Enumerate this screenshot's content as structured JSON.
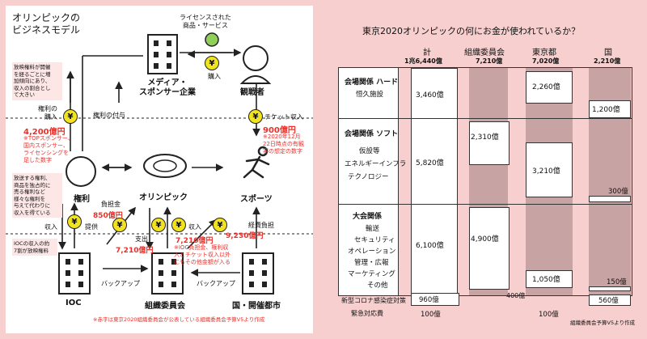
{
  "left": {
    "title": [
      "オリンピックの",
      "ビジネスモデル"
    ],
    "licensed_goods": [
      "ライセンスされた",
      "商品・サービス"
    ],
    "purchase": "購入",
    "media": [
      "メディア・",
      "スポンサー企業"
    ],
    "spectators": "観戦者",
    "broadcast_note": [
      "放映権料が開催",
      "を経るごとに増",
      "加傾向にあり、",
      "収入の割合とし",
      "て大きい"
    ],
    "rights_purchase": [
      "権利の",
      "購入"
    ],
    "rights_grant": "権利の付与",
    "ticket_income": "チケット収入",
    "media_amount": "4,200億円",
    "media_note": [
      "※TOPスポンサー、",
      "国内スポンサー、",
      "ライセンシングを",
      "足した数字"
    ],
    "ticket_amount": "900億円",
    "ticket_note": [
      "※2020年12月",
      "22日時点の有観",
      "客の想定の数字"
    ],
    "rights_label": "権利",
    "olympic_label": "オリンピック",
    "sports_label": "スポーツ",
    "distribution_note": [
      "放送する権利、",
      "商品を独占的に",
      "売る権利など",
      "様々な権利を",
      "与えて代わりに",
      "収入を得ている"
    ],
    "contribution": "負担金",
    "contribution_amount": "850億円",
    "income": "収入",
    "provide": "提供",
    "spend": "支出",
    "spend_amount": "7,210億円",
    "income2": "収入",
    "income2_amount": "7,210億円",
    "income2_note": [
      "※IOC負担金、権利収",
      "入とチケット収入以外",
      "にもその他金額が入る"
    ],
    "cost_share": "経費負担",
    "cost_amount": "9,230億円",
    "ioc_note": [
      "IOCの収入の約",
      "7割が放映権料"
    ],
    "backup1": "バックアップ",
    "backup2": "バックアップ",
    "ioc": "IOC",
    "committee": "組織委員会",
    "city": "国・開催都市",
    "source_note": "※赤字は東京2020組織委員会が公表している組織委員会予算V5より作成"
  },
  "right": {
    "title": "東京2020オリンピックの何にお金が使われているか？",
    "columns": [
      {
        "name": "計",
        "total": "1兆6,440億"
      },
      {
        "name": "組織委員会",
        "total": "7,210億"
      },
      {
        "name": "東京都",
        "total": "7,020億"
      },
      {
        "name": "国",
        "total": "2,210億"
      }
    ],
    "sections": [
      {
        "heading": "会場関係 ハード",
        "items": [
          "恒久施設"
        ]
      },
      {
        "heading": "会場関係 ソフト",
        "items": [
          "仮設等",
          "エネルギーインフラ",
          "テクノロジー"
        ]
      },
      {
        "heading": "大会関係",
        "items": [
          "輸送",
          "セキュリティ",
          "オペレーション",
          "管理・広報",
          "マーケティング",
          "その他"
        ]
      }
    ],
    "values": {
      "total_hard": "3,460億",
      "tokyo_hard": "2,260億",
      "national_hard": "1,200億",
      "total_soft": "5,820億",
      "committee_soft": "2,310億",
      "tokyo_soft": "3,210億",
      "national_soft": "300億",
      "total_event": "6,100億",
      "committee_event": "4,900億",
      "tokyo_event": "1,050億",
      "national_event": "150億",
      "covid_label": "新型コロナ感染症対策",
      "covid_total": "960億",
      "covid_committee": "400億",
      "covid_national": "560億",
      "reserve_label": "緊急対応費",
      "reserve_total": "100億",
      "reserve_tokyo": "100億"
    },
    "source": "組織委員会予算V5より作成"
  }
}
